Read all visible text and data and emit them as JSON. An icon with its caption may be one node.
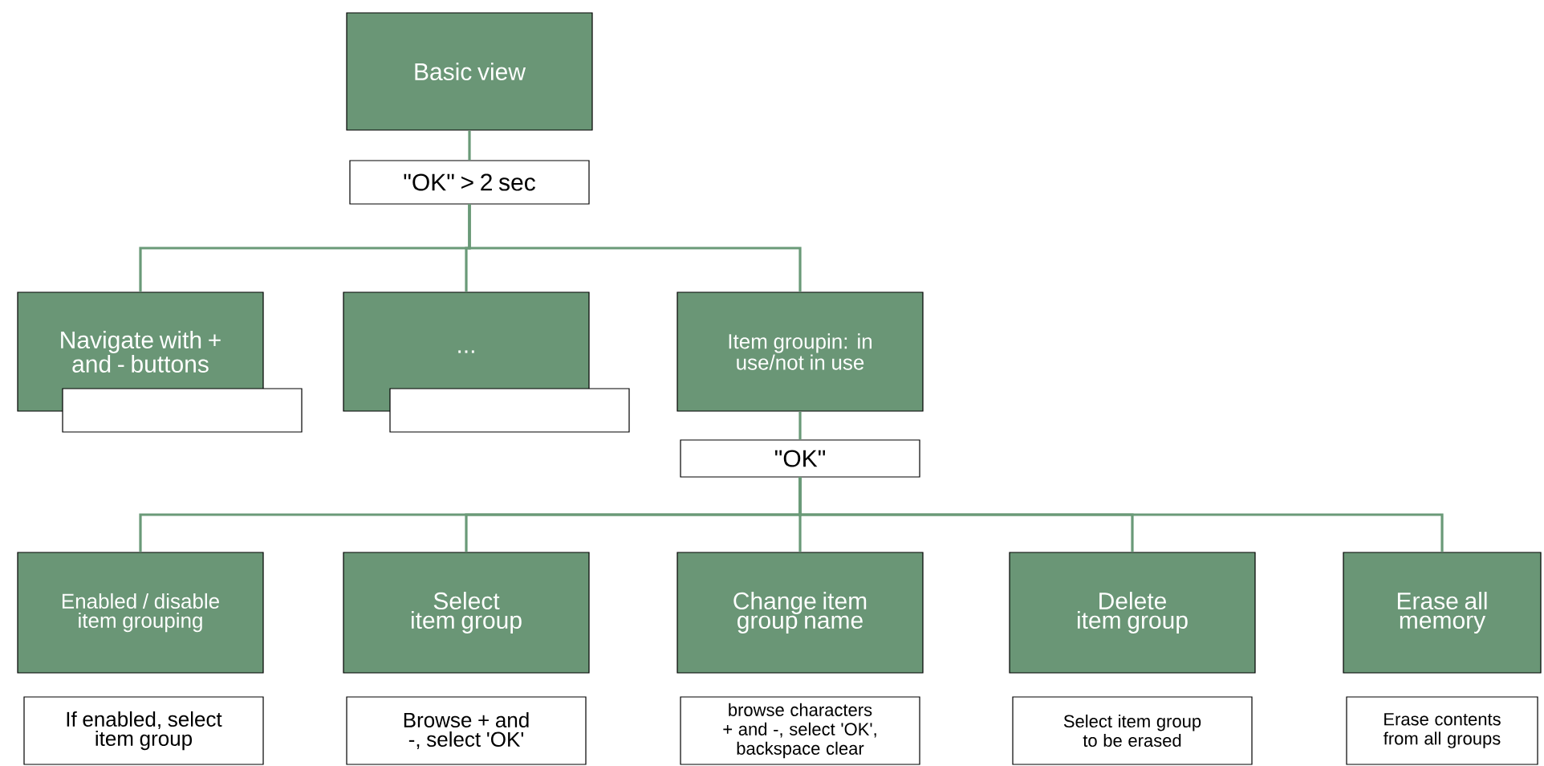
{
  "diagram": {
    "nodes": [
      {
        "text": [
          "Basic view"
        ]
      },
      {
        "text": [
          "\"OK\" > 2 sec"
        ]
      },
      {
        "text": [
          "Navigate with + and - buttons"
        ]
      },
      {
        "text": [],
        "shape": "box"
      },
      {
        "text": [
          "..."
        ]
      },
      {
        "text": [],
        "shape": "box"
      },
      {
        "text": [
          "Item groupin: in use/not in use"
        ]
      },
      {
        "text": [
          "\"OK\""
        ]
      },
      {
        "text": [
          "Enabled / disable item grouping"
        ]
      },
      {
        "text": [
          "Select item group"
        ]
      },
      {
        "text": [
          "Change item group name"
        ]
      },
      {
        "text": [
          "Delete item group"
        ]
      },
      {
        "text": [
          "Erase all memory"
        ]
      },
      {
        "text": [
          "If enabled, select item group"
        ]
      },
      {
        "text": [
          "Browse + and -, select 'OK'"
        ]
      },
      {
        "text": [
          "browse characters + and -, select 'OK', backspace clear"
        ]
      },
      {
        "text": [
          "Select item group to be erased"
        ]
      },
      {
        "text": [
          "Erase contents from all groups"
        ]
      }
    ],
    "edges": [
      {
        "from": 0,
        "to": 1,
        "arrow": "none"
      },
      {
        "from": 1,
        "to": 2,
        "arrow": "none"
      },
      {
        "from": 1,
        "to": 4,
        "arrow": "none"
      },
      {
        "from": 1,
        "to": 6,
        "arrow": "none"
      },
      {
        "from": 6,
        "to": 7,
        "arrow": "none"
      },
      {
        "from": 7,
        "to": 8,
        "arrow": "none"
      },
      {
        "from": 7,
        "to": 9,
        "arrow": "none"
      },
      {
        "from": 7,
        "to": 10,
        "arrow": "none"
      },
      {
        "from": 7,
        "to": 11,
        "arrow": "none"
      },
      {
        "from": 7,
        "to": 12,
        "arrow": "none"
      }
    ]
  }
}
